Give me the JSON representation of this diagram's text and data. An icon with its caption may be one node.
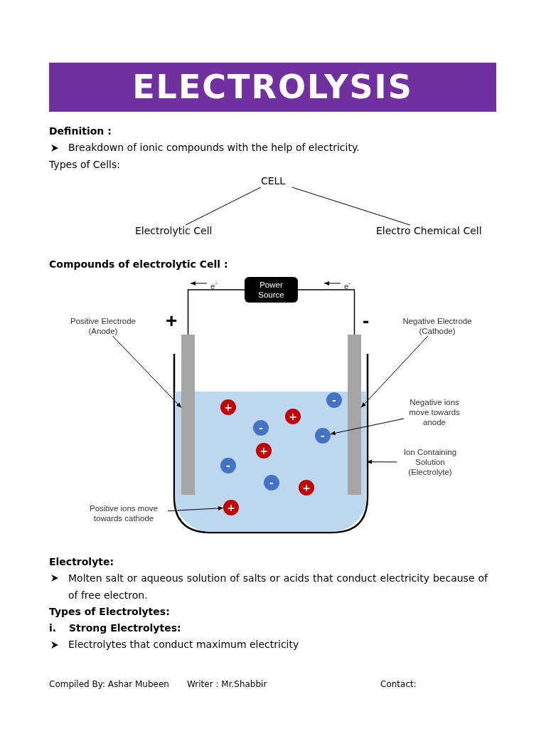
{
  "diagram": {
    "title": "ELECTROLYSIS",
    "nodes": [
      {
        "text": [
          "CELL"
        ]
      },
      {
        "text": [
          "Electrolytic Cell"
        ]
      },
      {
        "text": [
          "Electro Chemical Cell"
        ]
      },
      {
        "text": [
          "Power Source"
        ]
      },
      {
        "text": [
          "Positive Electrode (Anode)"
        ]
      },
      {
        "text": [],
        "shape": "bar"
      },
      {
        "text": [],
        "shape": "bar"
      },
      {
        "text": [
          "Negative Electrode (Cathode)"
        ]
      },
      {
        "text": [
          "Negative ions move towards anode"
        ]
      },
      {
        "text": [],
        "shape": "box"
      },
      {
        "text": [
          "-"
        ],
        "in": 9
      },
      {
        "text": [
          "+"
        ],
        "in": 9
      },
      {
        "text": [
          "+"
        ],
        "in": 9
      },
      {
        "text": [
          "-"
        ],
        "in": 9
      },
      {
        "text": [
          "-"
        ],
        "in": 9
      },
      {
        "text": [
          "+"
        ],
        "in": 9
      },
      {
        "text": [
          "-"
        ],
        "in": 9
      },
      {
        "text": [
          "-"
        ],
        "in": 9
      },
      {
        "text": [
          "+"
        ],
        "in": 9
      },
      {
        "text": [
          "+"
        ],
        "in": 9
      },
      {
        "text": [
          "Ion Containing Solution (Electrolyte)"
        ]
      },
      {
        "text": [
          "Positive ions move towards cathode"
        ]
      }
    ],
    "edges": [
      {
        "from": 0,
        "to": 1,
        "arrow": "none"
      },
      {
        "from": 0,
        "to": 2,
        "arrow": "none"
      },
      {
        "from": 3,
        "to": 5,
        "arrow": "none"
      },
      {
        "from": 3,
        "to": 6,
        "arrow": "none"
      },
      {
        "from": 4,
        "to": 5,
        "arrow": "to"
      },
      {
        "from": 7,
        "to": 6,
        "arrow": "to"
      },
      {
        "from": 8,
        "to": 14,
        "arrow": "to"
      },
      {
        "from": 20,
        "to": 9,
        "arrow": "to"
      },
      {
        "from": 21,
        "to": 19,
        "arrow": "to"
      }
    ],
    "labels": [
      "Definition :",
      "Breakdown of ionic compounds with the help of electricity.",
      "Types of Cells:",
      "Compounds of electrolytic Cell :",
      "e$^{-}$",
      "e$^{-}$",
      "+",
      "-",
      "Electrolyte:",
      "Molten salt or aqueous solution of salts or acids that conduct electricity because of of free electron.",
      "Types of Electrolytes:",
      "i.",
      "Strong Electrolytes:",
      "Electrolytes that conduct maximum electricity",
      "Compiled By: Ashar Mubeen",
      "Writer : Mr.Shabbir",
      "Contact:"
    ]
  }
}
